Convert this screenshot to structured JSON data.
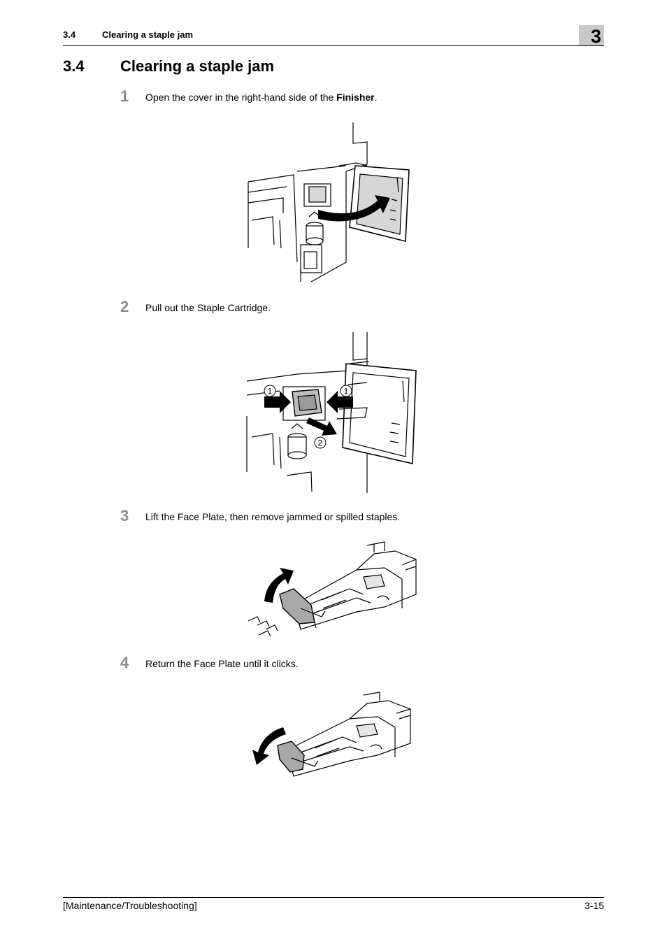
{
  "header": {
    "section_number": "3.4",
    "section_title": "Clearing a staple jam",
    "chapter_number": "3"
  },
  "title": {
    "number": "3.4",
    "text": "Clearing a staple jam"
  },
  "steps": [
    {
      "number": "1",
      "text_before": "Open the cover in the right-hand side of the ",
      "text_bold": "Finisher",
      "text_after": "."
    },
    {
      "number": "2",
      "text": "Pull out the Staple Cartridge."
    },
    {
      "number": "3",
      "text": "Lift the Face Plate, then remove jammed or spilled staples."
    },
    {
      "number": "4",
      "text": "Return the Face Plate until it clicks."
    }
  ],
  "figure2_callouts": {
    "left": "1",
    "right": "1",
    "bottom": "2"
  },
  "footer": {
    "left": "[Maintenance/Troubleshooting]",
    "right": "3-15"
  }
}
